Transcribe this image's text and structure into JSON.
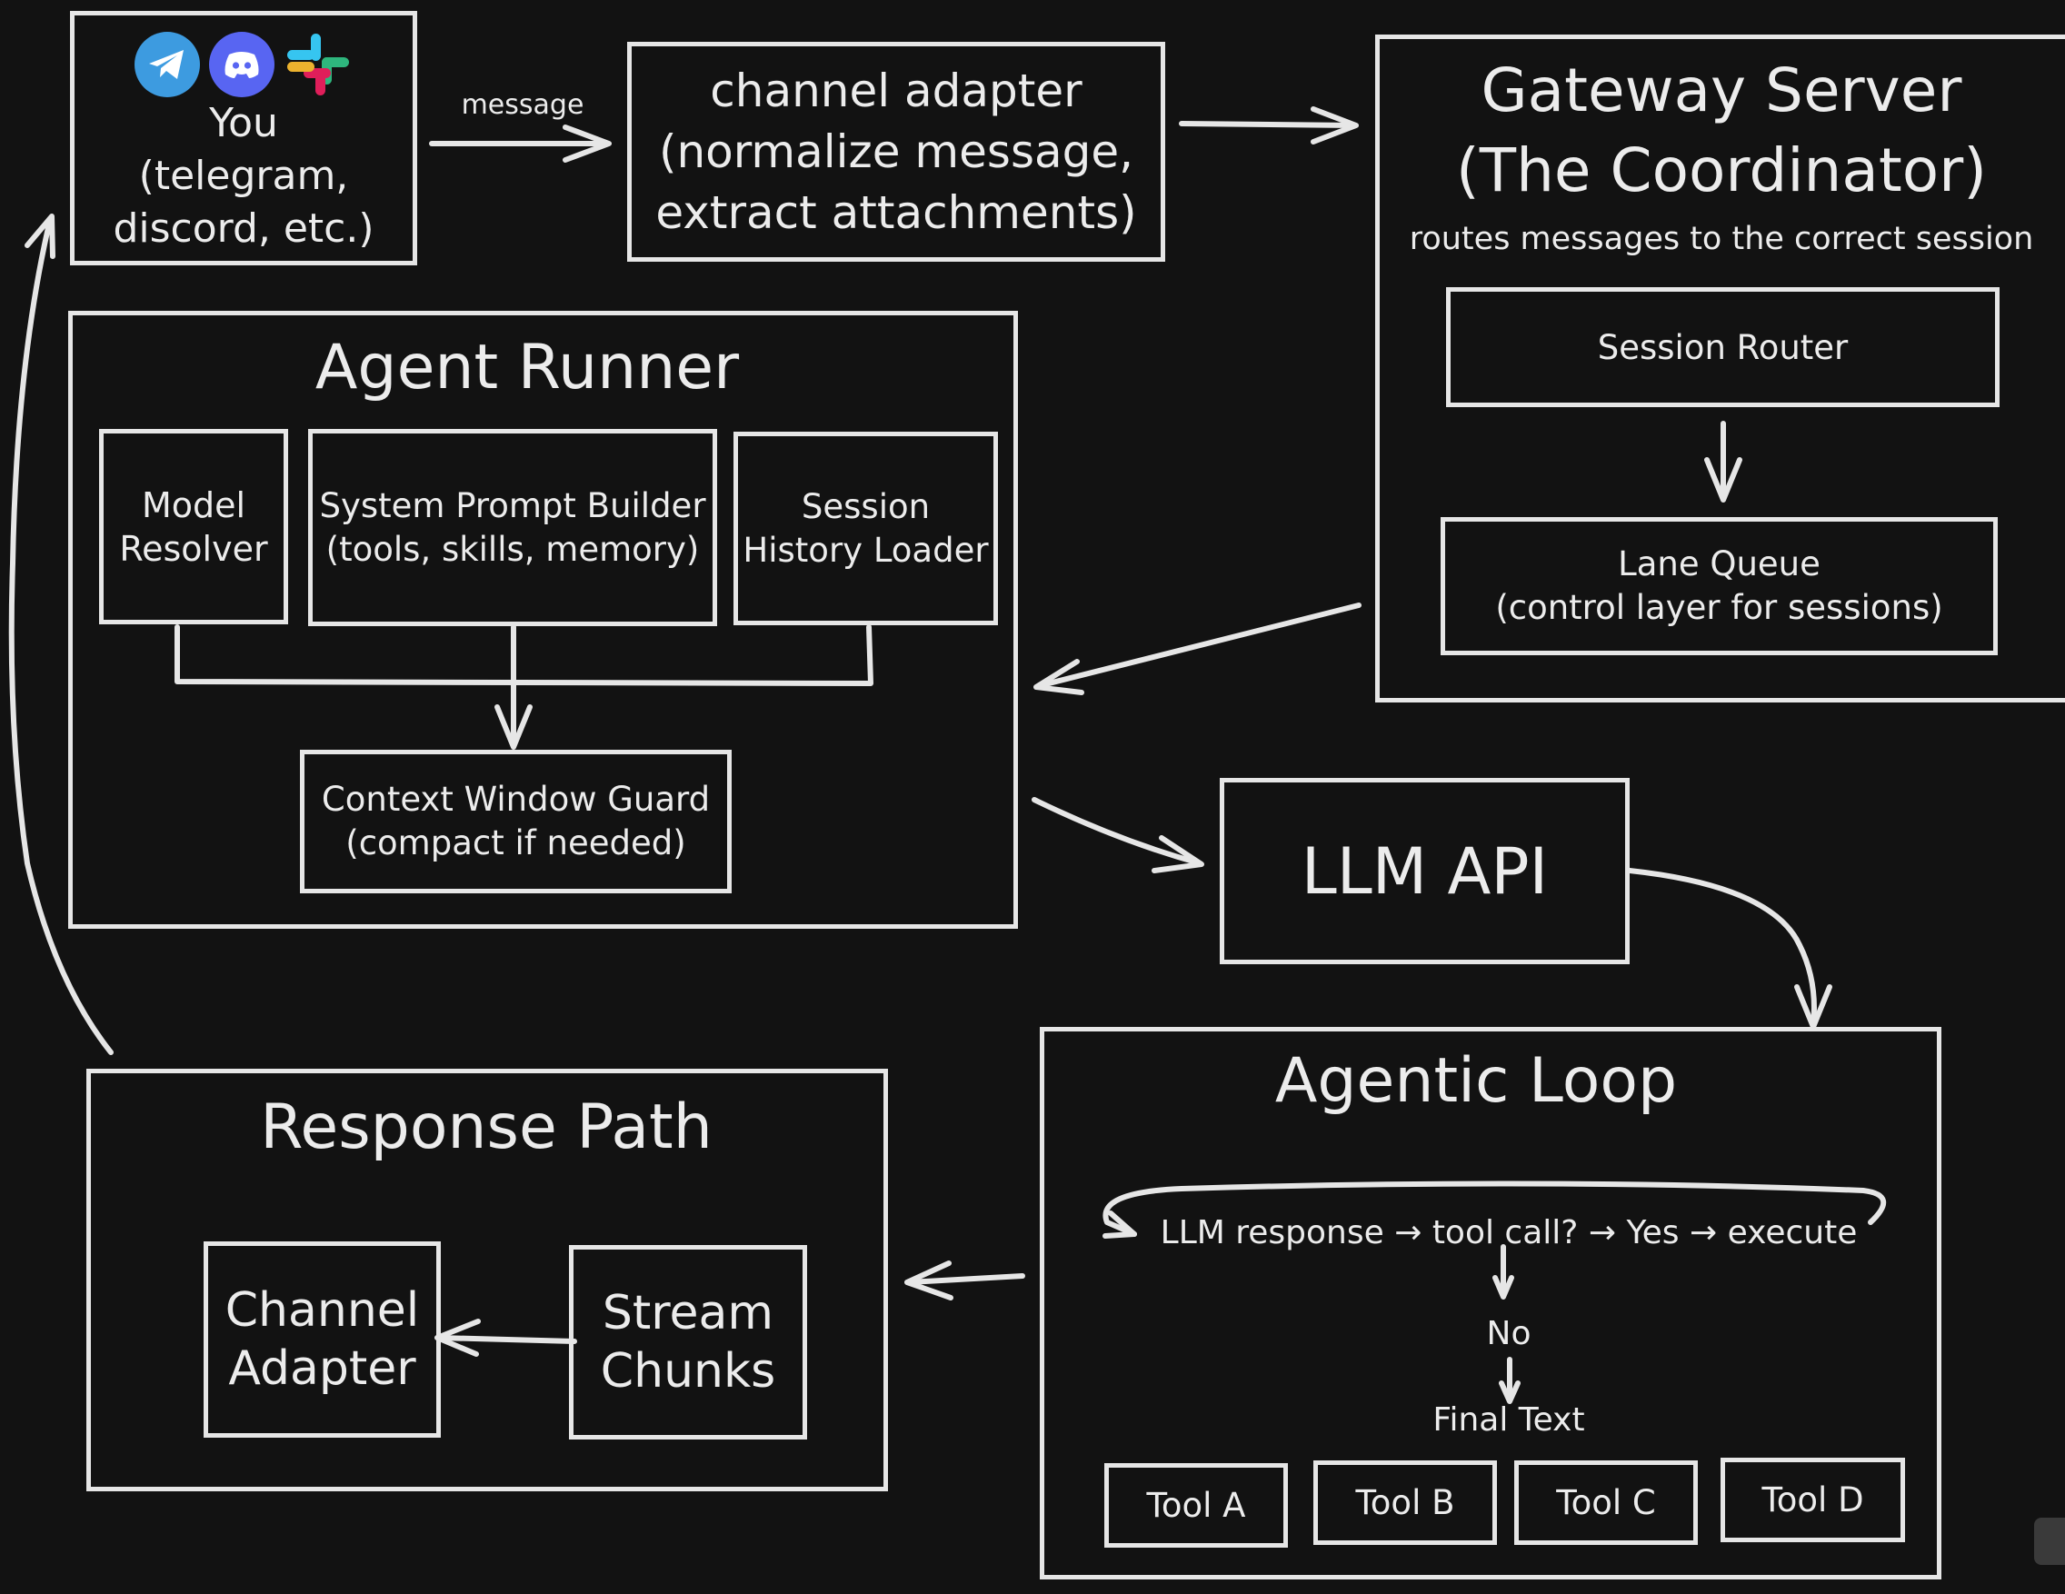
{
  "user": {
    "label": "You\n(telegram,\ndiscord, etc.)",
    "icons": [
      "telegram-icon",
      "discord-icon",
      "slack-icon"
    ]
  },
  "edge_message_label": "message",
  "channel_adapter": {
    "label": "channel adapter\n(normalize message,\nextract attachments)"
  },
  "gateway": {
    "title": "Gateway Server\n(The Coordinator)",
    "subtitle": "routes messages to the correct session",
    "session_router": "Session Router",
    "lane_queue": "Lane Queue\n(control layer for sessions)"
  },
  "agent_runner": {
    "title": "Agent Runner",
    "model_resolver": "Model\nResolver",
    "prompt_builder": "System Prompt Builder\n(tools, skills, memory)",
    "history_loader": "Session\nHistory Loader",
    "context_guard": "Context Window Guard\n(compact if needed)"
  },
  "llm_api": {
    "label": "LLM API"
  },
  "agentic_loop": {
    "title": "Agentic Loop",
    "flow": "LLM response → tool call? → Yes → execute",
    "no": "No",
    "final": "Final Text",
    "tools": [
      "Tool A",
      "Tool B",
      "Tool C",
      "Tool D"
    ]
  },
  "response_path": {
    "title": "Response Path",
    "channel_adapter": "Channel\nAdapter",
    "stream_chunks": "Stream\nChunks"
  },
  "colors": {
    "background": "#121212",
    "stroke": "#e6e6e6",
    "telegram": "#3d9be0",
    "discord": "#5865f2"
  }
}
